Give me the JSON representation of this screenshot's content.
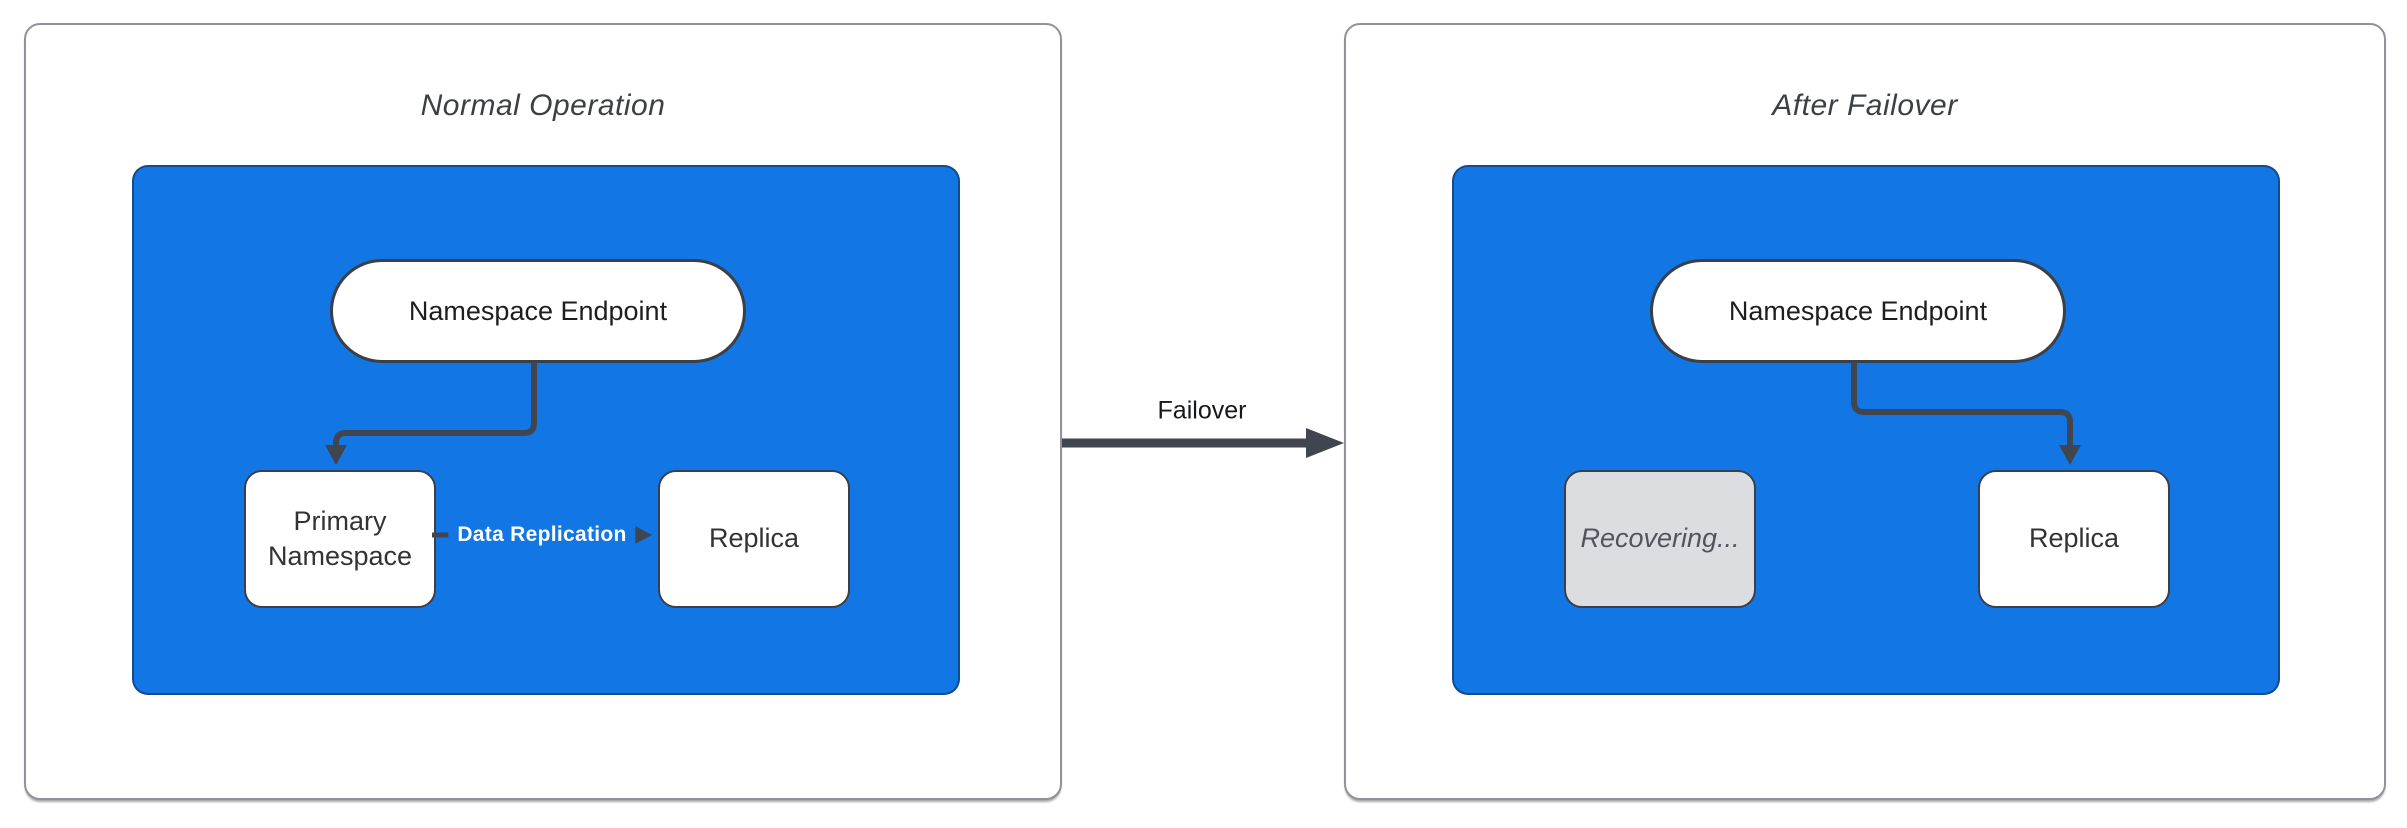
{
  "panels": [
    {
      "title": "Normal Operation",
      "endpoint_label": "Namespace Endpoint",
      "left_node_label": "Primary Namespace",
      "right_node_label": "Replica",
      "edge_label": "Data Replication"
    },
    {
      "title": "After Failover",
      "endpoint_label": "Namespace Endpoint",
      "left_node_label": "Recovering...",
      "right_node_label": "Replica"
    }
  ],
  "transition": {
    "label": "Failover"
  },
  "colors": {
    "cluster_blue": "#1277E4",
    "wire_dark": "#40454F",
    "node_border": "#3A3F48",
    "panel_border": "#8F9399",
    "node_background": "#FFFFFF",
    "recovering_background": "#DBDDE0",
    "recovering_text": "#51565E",
    "edge_label_text": "#FFFFFF",
    "title_text": "#3C4043"
  }
}
